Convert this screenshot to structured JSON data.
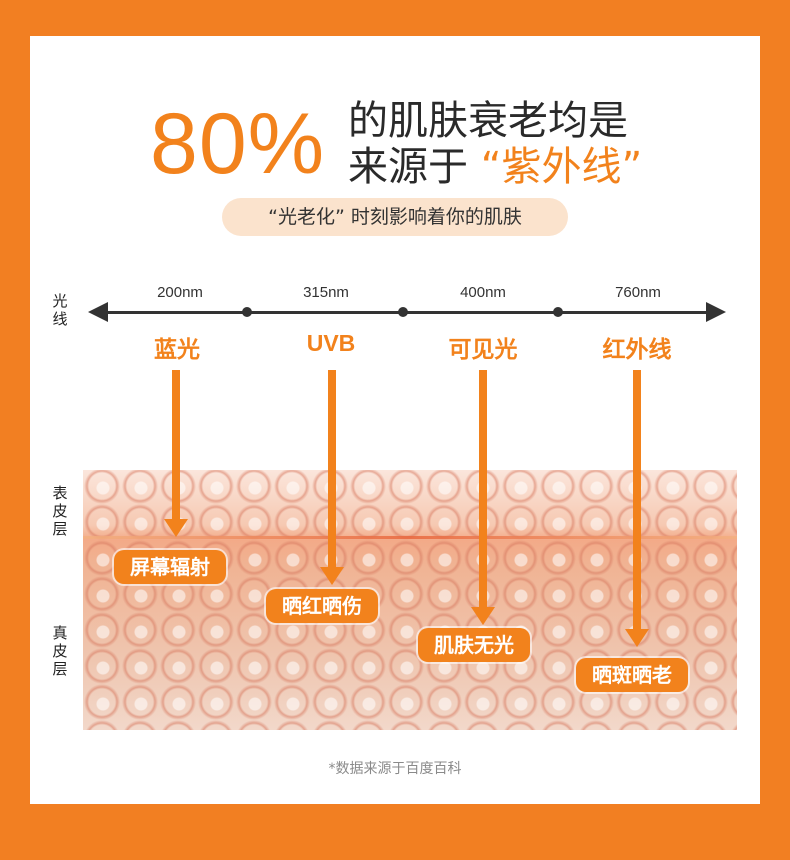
{
  "headline": {
    "percent": "80%",
    "line1": "的肌肤衰老均是",
    "line2_prefix": "来源于",
    "line2_highlight": "“紫外线”"
  },
  "subtitle": "“光老化” 时刻影响着你的肌肤",
  "axis_label": "光线",
  "wavelengths": [
    "200nm",
    "315nm",
    "400nm",
    "760nm"
  ],
  "bands": [
    "蓝光",
    "UVB",
    "可见光",
    "红外线"
  ],
  "layer_labels": {
    "epidermis": "表皮层",
    "dermis": "真皮层"
  },
  "effects": [
    "屏幕辐射",
    "晒红晒伤",
    "肌肤无光",
    "晒斑晒老"
  ],
  "source_note": "*数据来源于百度百科",
  "colors": {
    "background": "#f27f22",
    "accent": "#f2821c",
    "pill": "#fbe3cd",
    "text": "#2a2a2a"
  }
}
